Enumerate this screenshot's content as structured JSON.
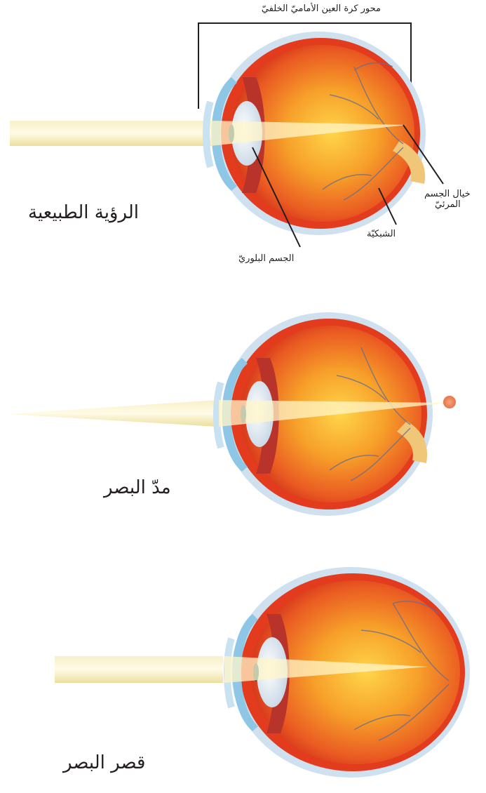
{
  "labels": {
    "axis": "محور كرة العين الأماميّ الخلفيّ",
    "lens": "الجسم البلوريّ",
    "retina": "الشبكيّة",
    "image_line1": "خيال الجسم",
    "image_line2": "المرئيّ"
  },
  "cases": [
    {
      "title": "الرؤية الطبيعية"
    },
    {
      "title": "مدّ البصر"
    },
    {
      "title": "قصر البصر"
    }
  ],
  "colors": {
    "beam": "#f3e9b0",
    "sclera": "#b9d4ea",
    "choroid": "#e23b1e",
    "inner_eye": "#f6a32a",
    "lens": "#eef4fa",
    "cornea": "#8ec6e6",
    "focus_point": "#f08a5d"
  }
}
